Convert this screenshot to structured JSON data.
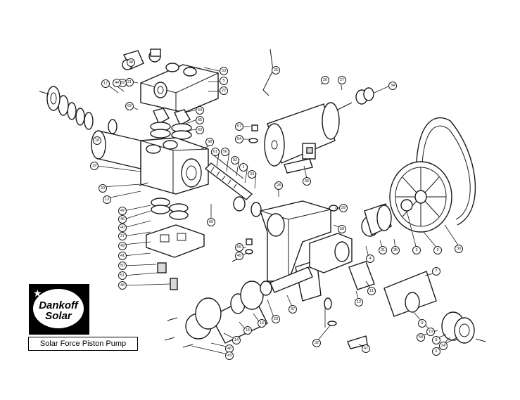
{
  "logo": {
    "line1": "Dankoff",
    "line2": "Solar"
  },
  "caption": "Solar Force Piston Pump",
  "callouts": [
    {
      "n": "53"
    },
    {
      "n": "5"
    },
    {
      "n": "22"
    },
    {
      "n": "21"
    },
    {
      "n": "62"
    },
    {
      "n": "64"
    },
    {
      "n": "65"
    },
    {
      "n": "63"
    },
    {
      "n": "38"
    },
    {
      "n": "39"
    },
    {
      "n": "25"
    },
    {
      "n": "26"
    },
    {
      "n": "27"
    },
    {
      "n": "34"
    },
    {
      "n": "38"
    },
    {
      "n": "44"
    },
    {
      "n": "36"
    },
    {
      "n": "28"
    },
    {
      "n": "30"
    },
    {
      "n": "2"
    },
    {
      "n": "3"
    },
    {
      "n": "35"
    },
    {
      "n": "31"
    },
    {
      "n": "4"
    },
    {
      "n": "11"
    },
    {
      "n": "12"
    },
    {
      "n": "60"
    },
    {
      "n": "17"
    },
    {
      "n": "18"
    },
    {
      "n": "19"
    },
    {
      "n": "20"
    },
    {
      "n": "13"
    },
    {
      "n": "42"
    },
    {
      "n": "46"
    },
    {
      "n": "40"
    },
    {
      "n": "37"
    },
    {
      "n": "49"
    },
    {
      "n": "41"
    },
    {
      "n": "50"
    },
    {
      "n": "51"
    },
    {
      "n": "48"
    },
    {
      "n": "14"
    },
    {
      "n": "15"
    },
    {
      "n": "16"
    },
    {
      "n": "7"
    },
    {
      "n": "9"
    },
    {
      "n": "10"
    },
    {
      "n": "58"
    },
    {
      "n": "8"
    },
    {
      "n": "6"
    },
    {
      "n": "24"
    },
    {
      "n": "23"
    },
    {
      "n": "37"
    },
    {
      "n": "32"
    },
    {
      "n": "47"
    },
    {
      "n": "46"
    },
    {
      "n": "43"
    },
    {
      "n": "33"
    },
    {
      "n": "1"
    },
    {
      "n": "52"
    },
    {
      "n": "56"
    },
    {
      "n": "61"
    },
    {
      "n": "57"
    },
    {
      "n": "54"
    },
    {
      "n": "55"
    },
    {
      "n": "45"
    },
    {
      "n": "29"
    },
    {
      "n": "59"
    }
  ]
}
